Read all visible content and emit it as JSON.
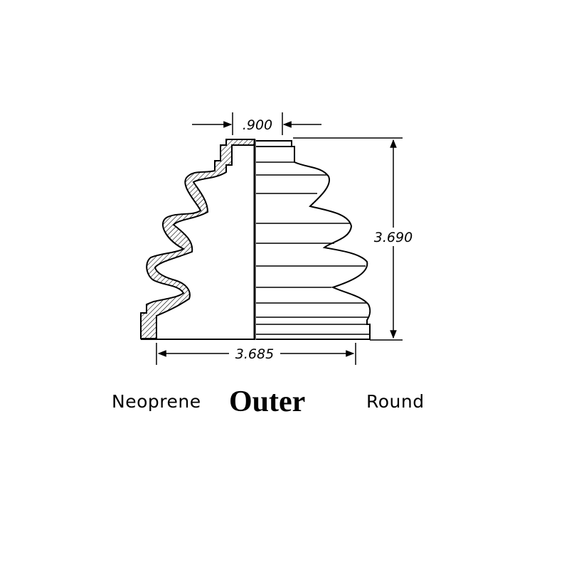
{
  "dimensions": {
    "top_width": ".900",
    "height": "3.690",
    "bottom_width": "3.685"
  },
  "captions": {
    "material": "Neoprene",
    "type": "Outer",
    "shape": "Round"
  }
}
